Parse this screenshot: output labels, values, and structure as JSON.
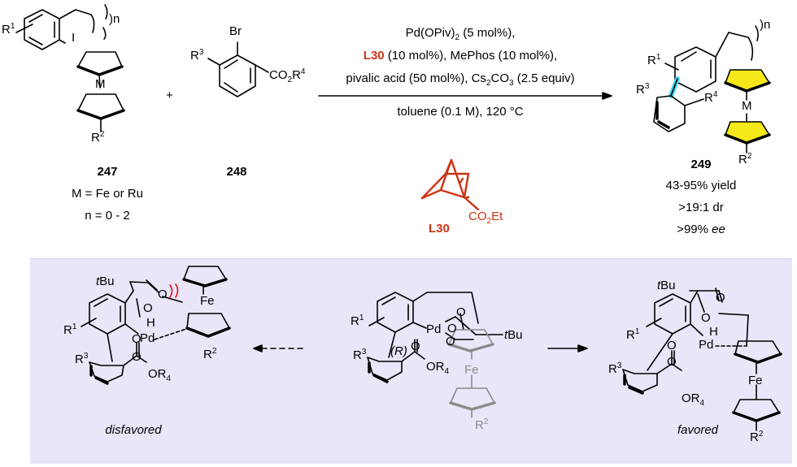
{
  "reagent_247": {
    "r1": "R",
    "r1_sup": "1",
    "iodo": "I",
    "n": ")n",
    "metal": "M",
    "r2": "R",
    "r2_sup": "2",
    "label": "247",
    "metal_note": "M = Fe or Ru",
    "n_note": "n = 0 - 2"
  },
  "plus": "+",
  "reagent_248": {
    "br": "Br",
    "r3": "R",
    "r3_sup": "3",
    "ester_a": "CO",
    "ester_sub": "2",
    "ester_b": "R",
    "ester_sup": "4",
    "label": "248"
  },
  "conditions": {
    "line1_a": "Pd(OPiv)",
    "line1_sub": "2",
    "line1_b": " (5 mol%),",
    "line2_ligand": "L30",
    "line2_rest": " (10 mol%), MePhos (10 mol%),",
    "line3_a": "pivalic acid (50 mol%), Cs",
    "line3_sub1": "2",
    "line3_b": "CO",
    "line3_sub2": "3",
    "line3_c": " (2.5 equiv)",
    "line4": "toluene (0.1 M), 120 °C"
  },
  "ligand": {
    "label": "L30",
    "ester_a": "CO",
    "ester_sub": "2",
    "ester_b": "Et"
  },
  "product_249": {
    "r1": "R",
    "r1_sup": "1",
    "r3": "R",
    "r3_sup": "3",
    "r4": "R",
    "r4_sup": "4",
    "metal": "M",
    "n": ")n",
    "r2": "R",
    "r2_sup": "2",
    "label": "249",
    "yield": "43-95% yield",
    "dr": ">19:1 dr",
    "ee_value": ">99% ",
    "ee_unit": "ee"
  },
  "mechanism": {
    "left": {
      "tbu_a": "t",
      "tbu_b": "Bu",
      "o1": "O",
      "o2": "O",
      "h": "H",
      "fe": "Fe",
      "pd": "Pd",
      "r1": "R",
      "r1_sup": "1",
      "r2": "R",
      "r2_sup": "2",
      "r3": "R",
      "r3_sup": "3",
      "o3": "O",
      "o4": "O",
      "or4_a": "OR",
      "or4_sub": "4",
      "label": "disfavored"
    },
    "center": {
      "r1": "R",
      "r1_sup": "1",
      "pd": "Pd",
      "o1": "O",
      "o2": "O",
      "o3": "O",
      "o4": "O",
      "tbu_a": "t",
      "tbu_b": "Bu",
      "r_config": "(R)",
      "r3": "R",
      "r3_sup": "3",
      "fe": "Fe",
      "or4_a": "OR",
      "or4_sub": "4",
      "r2": "R",
      "r2_sup": "2"
    },
    "right": {
      "tbu_a": "t",
      "tbu_b": "Bu",
      "o1": "O",
      "o2": "O",
      "h": "H",
      "pd": "Pd",
      "r1": "R",
      "r1_sup": "1",
      "r3": "R",
      "r3_sup": "3",
      "o3": "O",
      "o4": "O",
      "or4_a": "OR",
      "or4_sub": "4",
      "fe": "Fe",
      "r2": "R",
      "r2_sup": "2",
      "label": "favored"
    }
  },
  "colors": {
    "ligand_red": "#cc3314",
    "cp_yellow": "#f7e81a",
    "bond_cyan": "#3fd9f2",
    "panel_lavender": "#ebe5f9",
    "ghost_grey": "#8a8a8a"
  }
}
